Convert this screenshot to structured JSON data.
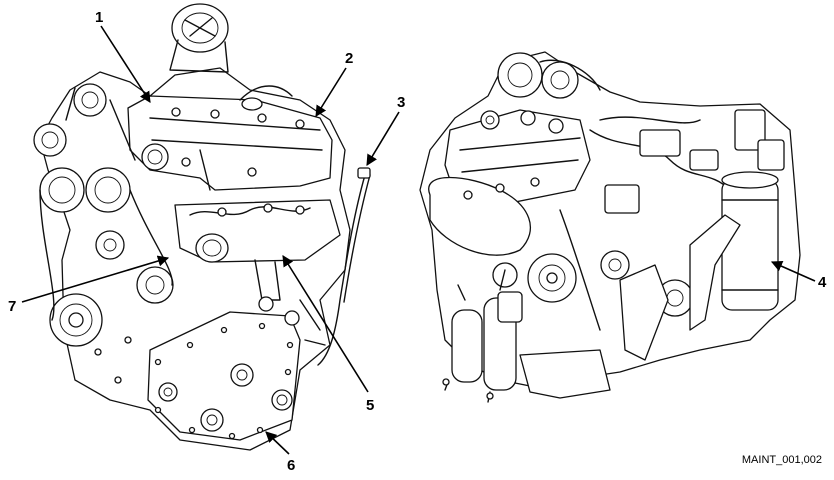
{
  "figure": {
    "id_label": "MAINT_001,002",
    "callouts": [
      {
        "label": "1"
      },
      {
        "label": "2"
      },
      {
        "label": "3"
      },
      {
        "label": "4"
      },
      {
        "label": "5"
      },
      {
        "label": "6"
      },
      {
        "label": "7"
      }
    ]
  },
  "colors": {
    "ink": "#000000",
    "background": "#ffffff"
  }
}
